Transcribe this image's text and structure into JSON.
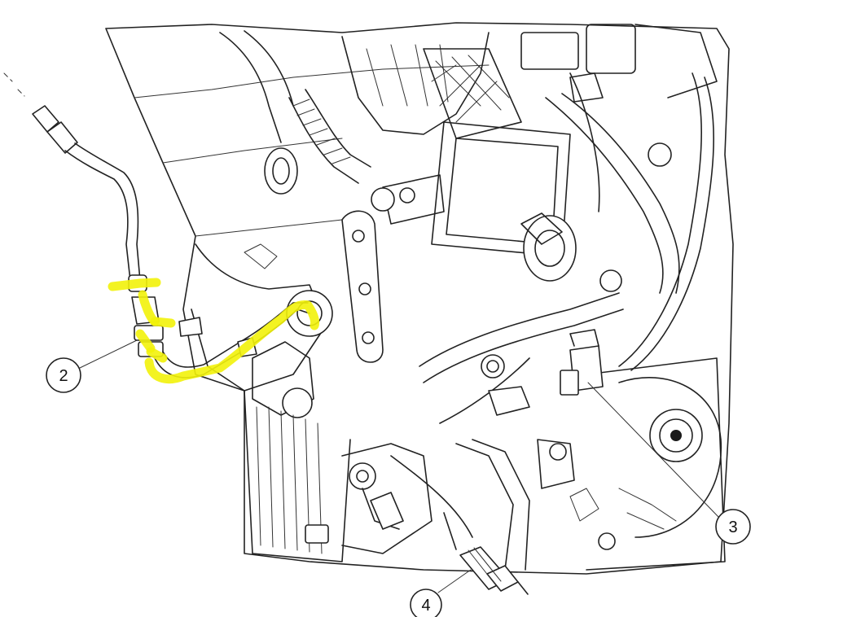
{
  "diagram": {
    "highlight_color": "#f2f20a",
    "line_color": "#222222",
    "callouts": [
      {
        "id": "callout-2",
        "label": "2"
      },
      {
        "id": "callout-3",
        "label": "3"
      },
      {
        "id": "callout-4",
        "label": "4"
      }
    ]
  }
}
